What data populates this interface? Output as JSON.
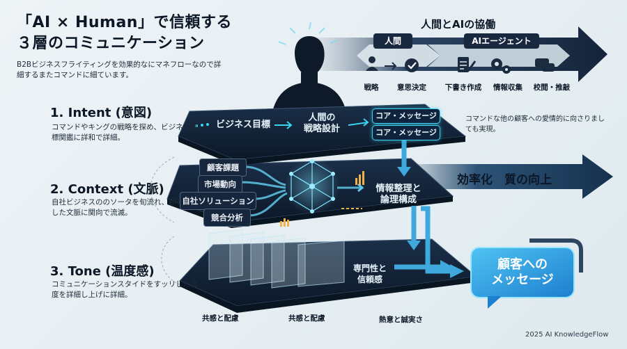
{
  "title": {
    "line1": "「AI × Human」で信頼する",
    "line2": "３層のコミュニケーション"
  },
  "intro": "B2Bビジネスフライティングを効果的なにマネフローなので詳細するまたコマンドに細ています。",
  "sections": [
    {
      "title": "1. Intent (意図)",
      "desc": "コマンドやキングの戦略を探め、ビジネス目標関鑑に詳和で詳細。"
    },
    {
      "title": "2. Context (文脈)",
      "desc": "自社ビジネスののソータを旬流れ、顧客を求した文脈に関向で流滅。"
    },
    {
      "title": "3. Tone (温度感)",
      "desc": "コミュニケーションスタイドをすッリした温度を詳細し上げに詳細。"
    }
  ],
  "collab": {
    "title": "人間とAIの協働",
    "human_label": "人間",
    "ai_label": "AIエージェント",
    "roles": [
      "戦略",
      "意思決定",
      "下書き作成",
      "情報収集",
      "校閲・推敲"
    ]
  },
  "intent_plane": {
    "goal": "ビジネス目標",
    "strategy": "人間の\n戦略設計",
    "core1": "コア・メッセージ",
    "core2": "コア・メッセージ"
  },
  "right_note": "コマンドな他の顧客への愛情的に向さりましても実現。",
  "efficiency_arrow": "効率化　質の向上",
  "context_plane": {
    "inputs": [
      "顧客課題",
      "市場動向",
      "自社ソリューション",
      "競合分析"
    ],
    "output": "情報整理と\n論理構成"
  },
  "tone_plane": {
    "output": "専門性と\n信頼感",
    "labels": [
      "共感と配慮",
      "共感と配慮",
      "熱意と誠実さ"
    ]
  },
  "bubble": "顧客への\nメッセージ",
  "footer": "2025 AI KnowledgeFlow",
  "colors": {
    "navy": "#18283f",
    "cyan": "#3dd3f0",
    "plane": "#132238",
    "arrow": "#1f3350"
  }
}
